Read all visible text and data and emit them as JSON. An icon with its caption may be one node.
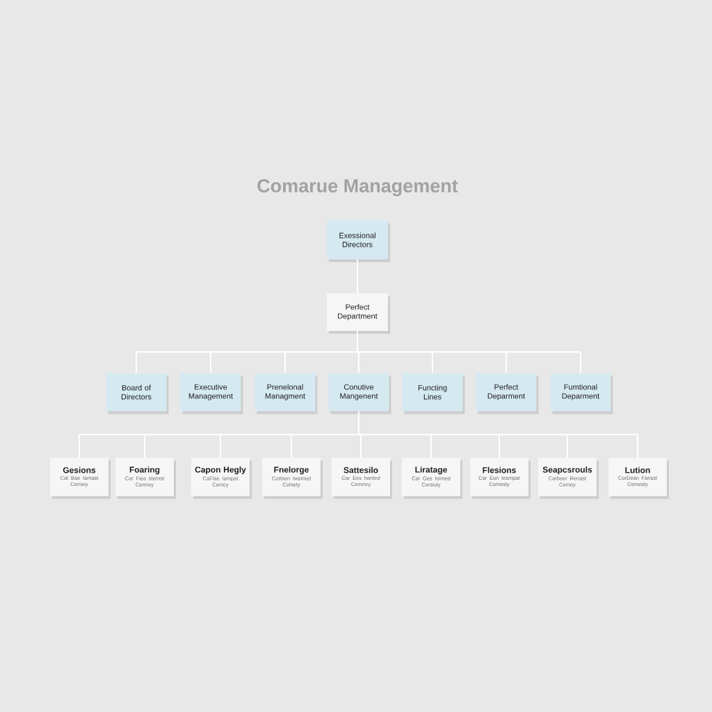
{
  "diagram": {
    "title": "Comarue Management",
    "nodes": [
      {
        "text": [
          "Exessional Directors"
        ]
      },
      {
        "text": [
          "Perfect Department"
        ]
      },
      {
        "text": [
          "Board of Directors"
        ]
      },
      {
        "text": [
          "Executive Management"
        ]
      },
      {
        "text": [
          "Prenelonal Managment"
        ]
      },
      {
        "text": [
          "Conutive Mangenent"
        ]
      },
      {
        "text": [
          "Functing Lines"
        ]
      },
      {
        "text": [
          "Perfect Deparment"
        ]
      },
      {
        "text": [
          "Fumtional Deparment"
        ]
      },
      {
        "text": [
          "Gesions",
          "Cat Bae Iamast Cemeiy"
        ]
      },
      {
        "text": [
          "Foaring",
          "Car Fiea sternst Cemrey"
        ]
      },
      {
        "text": [
          "Capon Hegly",
          "CaFlae Iampat Cemcy"
        ]
      },
      {
        "text": [
          "Fnelorge",
          "Corbien Iwamed Cohiety"
        ]
      },
      {
        "text": [
          "Sattesilo",
          "Car Ees hanted Cemmry"
        ]
      },
      {
        "text": [
          "Liratage",
          "Car Ges Ioimed Cersioly"
        ]
      },
      {
        "text": [
          "Flesions",
          "Car Eon Iesmpat Comesty"
        ]
      },
      {
        "text": [
          "Seapcsrouls",
          "Carbeer Renast Cemey"
        ]
      },
      {
        "text": [
          "Lution",
          "CorDean Fansst Cemesty"
        ]
      }
    ],
    "edges": [
      {
        "from": 0,
        "to": 1,
        "arrow": "none"
      },
      {
        "from": 1,
        "to": 2,
        "arrow": "none"
      },
      {
        "from": 1,
        "to": 3,
        "arrow": "none"
      },
      {
        "from": 1,
        "to": 4,
        "arrow": "none"
      },
      {
        "from": 1,
        "to": 5,
        "arrow": "none"
      },
      {
        "from": 1,
        "to": 6,
        "arrow": "none"
      },
      {
        "from": 1,
        "to": 7,
        "arrow": "none"
      },
      {
        "from": 1,
        "to": 8,
        "arrow": "none"
      },
      {
        "from": 5,
        "to": 9,
        "arrow": "none"
      },
      {
        "from": 5,
        "to": 10,
        "arrow": "none"
      },
      {
        "from": 5,
        "to": 11,
        "arrow": "none"
      },
      {
        "from": 5,
        "to": 12,
        "arrow": "none"
      },
      {
        "from": 5,
        "to": 13,
        "arrow": "none"
      },
      {
        "from": 5,
        "to": 14,
        "arrow": "none"
      },
      {
        "from": 5,
        "to": 15,
        "arrow": "none"
      },
      {
        "from": 5,
        "to": 16,
        "arrow": "none"
      },
      {
        "from": 5,
        "to": 17,
        "arrow": "none"
      }
    ]
  }
}
